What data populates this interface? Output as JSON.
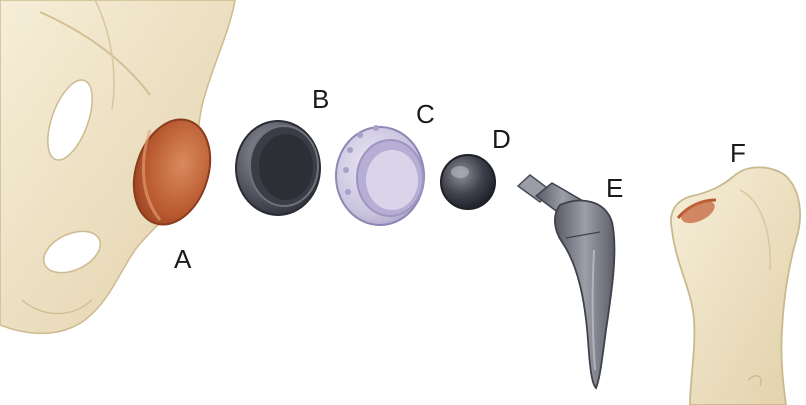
{
  "labels": {
    "a": "A",
    "b": "B",
    "c": "C",
    "d": "D",
    "e": "E",
    "f": "F"
  },
  "colors": {
    "bone": "#efe3c6",
    "bone_shade": "#d9c7a0",
    "bone_outline": "#c9b98f",
    "socket": "#c4653e",
    "metal_dark": "#4d4f5b",
    "metal_mid": "#6c6e7a",
    "metal_light": "#9a9ca6",
    "liner": "#c9c3de",
    "liner_light": "#e2def0",
    "label_text": "#1a1a1a"
  },
  "icons": {
    "a": "pelvis-acetabulum",
    "b": "metal-acetabular-cup",
    "c": "polyethylene-liner",
    "d": "femoral-head-ball",
    "e": "femoral-stem",
    "f": "prepared-femur"
  }
}
